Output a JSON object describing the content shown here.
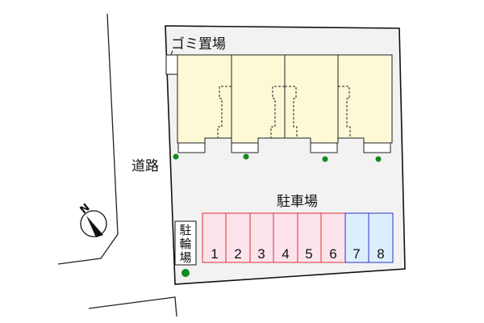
{
  "labels": {
    "garbage_area": "ゴミ置場",
    "road": "道路",
    "parking": "駐車場",
    "bicycle_parking": [
      "駐",
      "輪",
      "場"
    ],
    "north": "N"
  },
  "parking_spaces": [
    {
      "number": "1",
      "color": "red"
    },
    {
      "number": "2",
      "color": "red"
    },
    {
      "number": "3",
      "color": "red"
    },
    {
      "number": "4",
      "color": "red"
    },
    {
      "number": "5",
      "color": "red"
    },
    {
      "number": "6",
      "color": "red"
    },
    {
      "number": "7",
      "color": "blue"
    },
    {
      "number": "8",
      "color": "blue"
    }
  ],
  "units_count": 4,
  "colors": {
    "lot_fill": "#f2f2f2",
    "building_fill": "#fdf9d6",
    "parking_red_fill": "#fde4ec",
    "parking_red_stroke": "#e0303a",
    "parking_blue_fill": "#dcefff",
    "parking_blue_stroke": "#2b33c8",
    "tree": "#118a1e"
  }
}
